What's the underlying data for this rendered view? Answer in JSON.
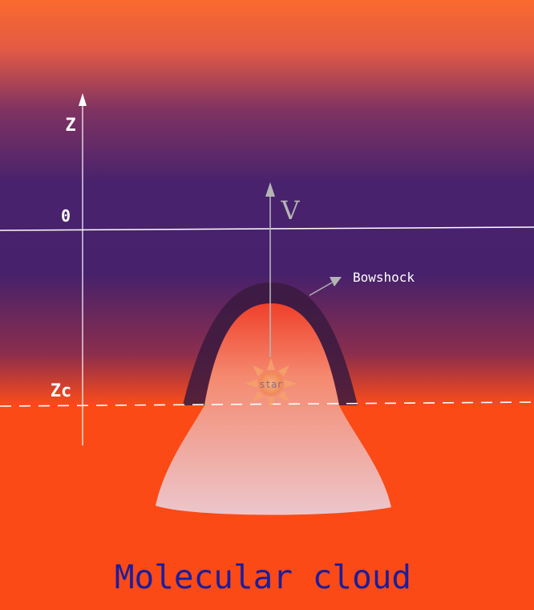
{
  "labels": {
    "axis_z": "Z",
    "zero": "0",
    "zc": "Zc",
    "velocity": "V",
    "bowshock": "Bowshock",
    "star": "star",
    "cloud": "Molecular cloud"
  },
  "colors": {
    "top_orange": "#f5622e",
    "band_purple": "#47216b",
    "cloud_red": "#fb4a15",
    "title_blue": "#1b1e9c",
    "axis_white": "#ffffff",
    "arrow_gray": "#b4b4b4",
    "star_orange": "#f39a5c",
    "bowshock_dark": "#3a1a40"
  }
}
